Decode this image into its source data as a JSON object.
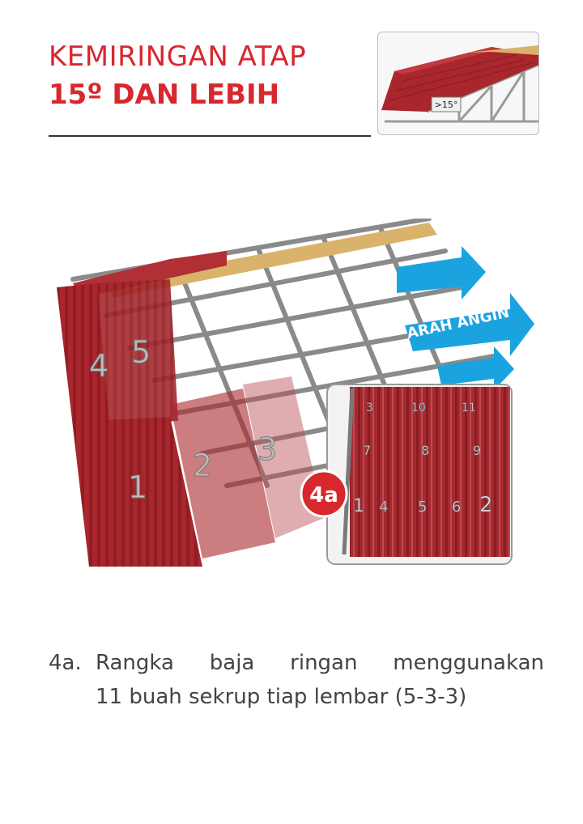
{
  "header": {
    "title_line1": "KEMIRINGAN ATAP",
    "title_line2": "15º DAN LEBIH"
  },
  "thumbnail": {
    "angle_label": ">15°"
  },
  "illustration": {
    "wind_label": "ARAH ANGIN",
    "sheet_labels": [
      "1",
      "2",
      "3",
      "4",
      "5"
    ],
    "detail_badge": "4a",
    "screw_numbers": [
      "1",
      "2",
      "3",
      "4",
      "5",
      "6",
      "7",
      "8",
      "9",
      "10",
      "11"
    ]
  },
  "caption": {
    "number": "4a.",
    "line1": "Rangka baja ringan menggunakan",
    "line2": "11 buah sekrup tiap lembar (5-3-3)"
  },
  "colors": {
    "accent_red": "#d9272e",
    "roof_red": "#a8262c",
    "wind_blue": "#1ba3e0"
  }
}
